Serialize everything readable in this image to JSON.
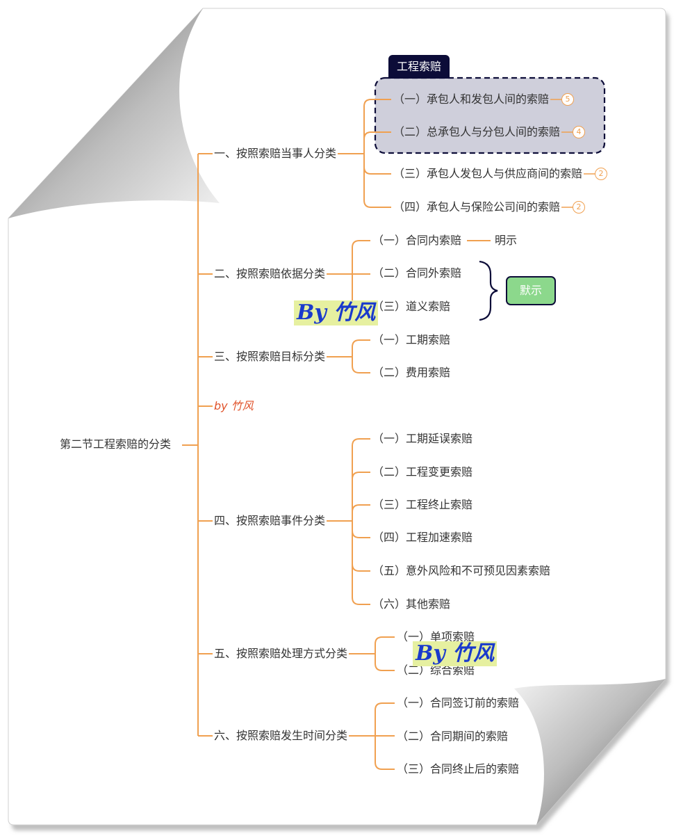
{
  "root": "第二节工程索赔的分类",
  "branches": [
    {
      "label": "一、按照索赔当事人分类",
      "children": [
        {
          "label": "（一）承包人和发包人间的索赔",
          "badge": "5"
        },
        {
          "label": "（二）总承包人与分包人间的索赔",
          "badge": "4"
        },
        {
          "label": "（三）承包人发包人与供应商间的索赔",
          "badge": "2"
        },
        {
          "label": "（四）承包人与保险公司间的索赔",
          "badge": "2"
        }
      ]
    },
    {
      "label": "二、按照索赔依据分类",
      "children": [
        {
          "label": "（一）合同内索赔",
          "note": "明示"
        },
        {
          "label": "（二）合同外索赔"
        },
        {
          "label": "（三）道义索赔"
        }
      ]
    },
    {
      "label": "三、按照索赔目标分类",
      "children": [
        {
          "label": "（一）工期索赔"
        },
        {
          "label": "（二）费用索赔"
        }
      ]
    },
    {
      "label": "by  竹风",
      "children": []
    },
    {
      "label": "四、按照索赔事件分类",
      "children": [
        {
          "label": "（一）工期延误索赔"
        },
        {
          "label": "（二）工程变更索赔"
        },
        {
          "label": "（三）工程终止索赔"
        },
        {
          "label": "（四）工程加速索赔"
        },
        {
          "label": "（五）意外风险和不可预见因素索赔"
        },
        {
          "label": "（六）其他索赔"
        }
      ]
    },
    {
      "label": "五、按照索赔处理方式分类",
      "children": [
        {
          "label": "（一）单项索赔"
        },
        {
          "label": "（二）综合索赔"
        }
      ]
    },
    {
      "label": "六、按照索赔发生时间分类",
      "children": [
        {
          "label": "（一）合同签订前的索赔"
        },
        {
          "label": "（二）合同期间的索赔"
        },
        {
          "label": "（三）合同终止后的索赔"
        }
      ]
    }
  ],
  "group_title": "工程索赔",
  "summary": "默示",
  "watermarks": [
    "By 竹风",
    "By 竹风"
  ],
  "colors": {
    "connector": "#f0a050",
    "accent": "#e0522a",
    "group_fill": "#cfcfdb",
    "group_border": "#0c0c38",
    "summary_fill": "#8cd88c",
    "watermark_bg": "#e6f0a0",
    "watermark_text": "#1a3acc"
  }
}
